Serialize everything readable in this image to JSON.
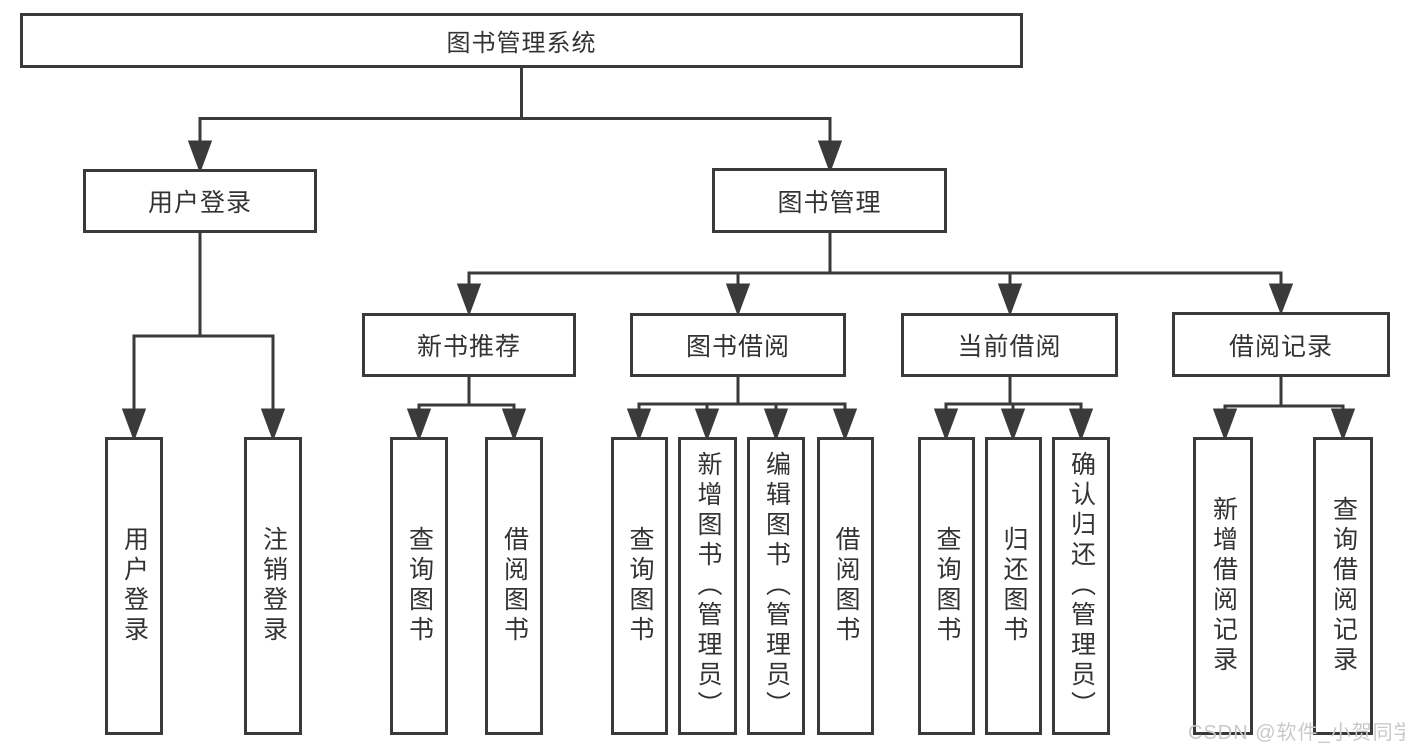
{
  "diagram": {
    "title": "图书管理系统",
    "root": {
      "label": "图书管理系统"
    },
    "level2": [
      {
        "label": "用户登录"
      },
      {
        "label": "图书管理"
      }
    ],
    "level3": [
      {
        "label": "新书推荐"
      },
      {
        "label": "图书借阅"
      },
      {
        "label": "当前借阅"
      },
      {
        "label": "借阅记录"
      }
    ],
    "leaves": {
      "user_login": [
        "用户登录",
        "注销登录"
      ],
      "new_book_recommend": [
        "查询图书",
        "借阅图书"
      ],
      "book_borrow": [
        "查询图书",
        "新增图书（管理员）",
        "编辑图书（管理员）",
        "借阅图书"
      ],
      "current_borrow": [
        "查询图书",
        "归还图书",
        "确认归还（管理员）"
      ],
      "borrow_records": [
        "新增借阅记录",
        "查询借阅记录"
      ]
    },
    "colors": {
      "line": "#3a3a3a",
      "text": "#333333",
      "background": "#ffffff",
      "watermark_text": "#c9c9c9"
    }
  },
  "watermark": {
    "label": "CSDN @软件_小贺同学"
  }
}
